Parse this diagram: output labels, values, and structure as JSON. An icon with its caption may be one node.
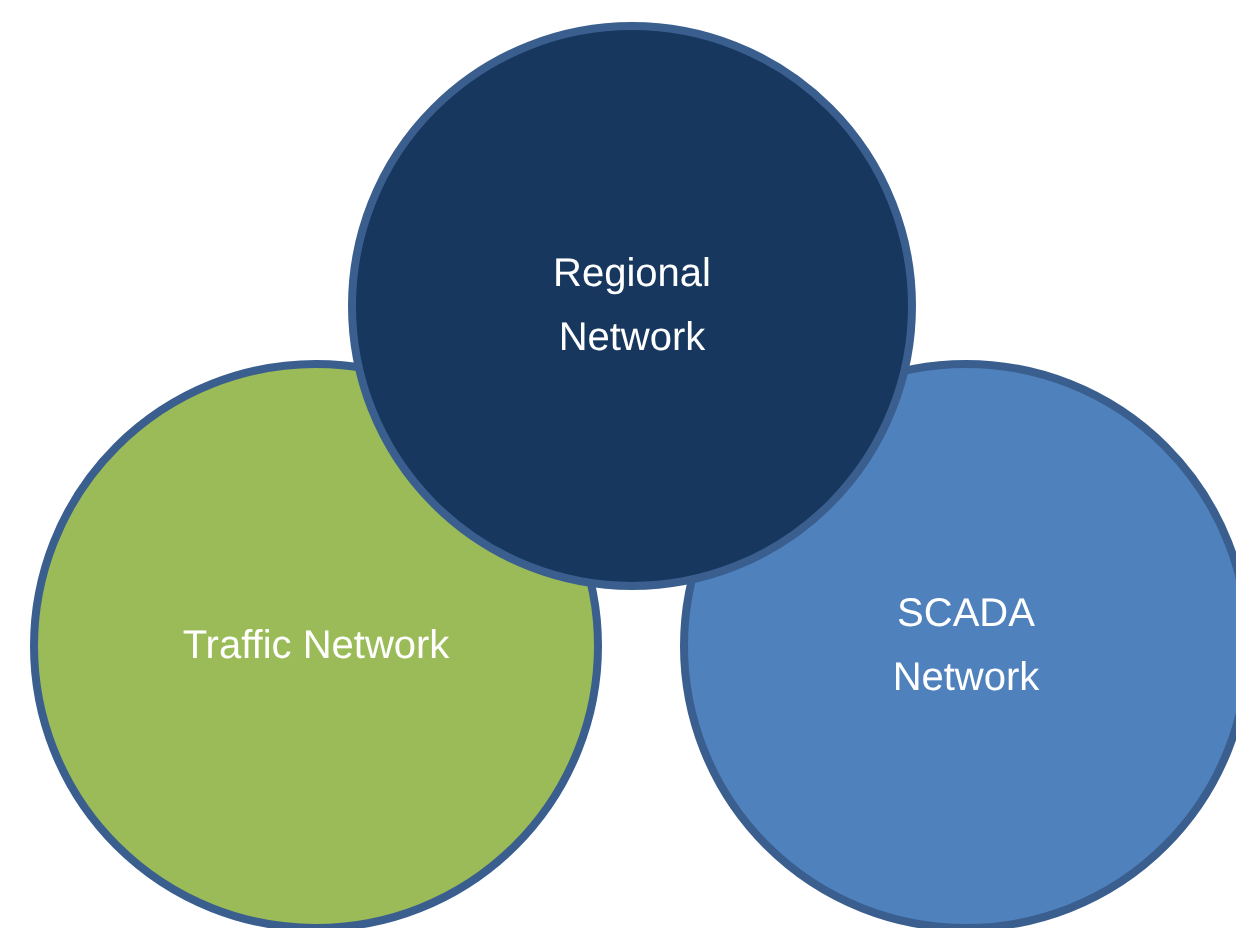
{
  "diagram": {
    "nodes": [
      {
        "text": [
          "Regional Network"
        ]
      },
      {
        "text": [
          "Traffic Network"
        ]
      },
      {
        "text": [
          "SCADA Network"
        ]
      }
    ]
  }
}
